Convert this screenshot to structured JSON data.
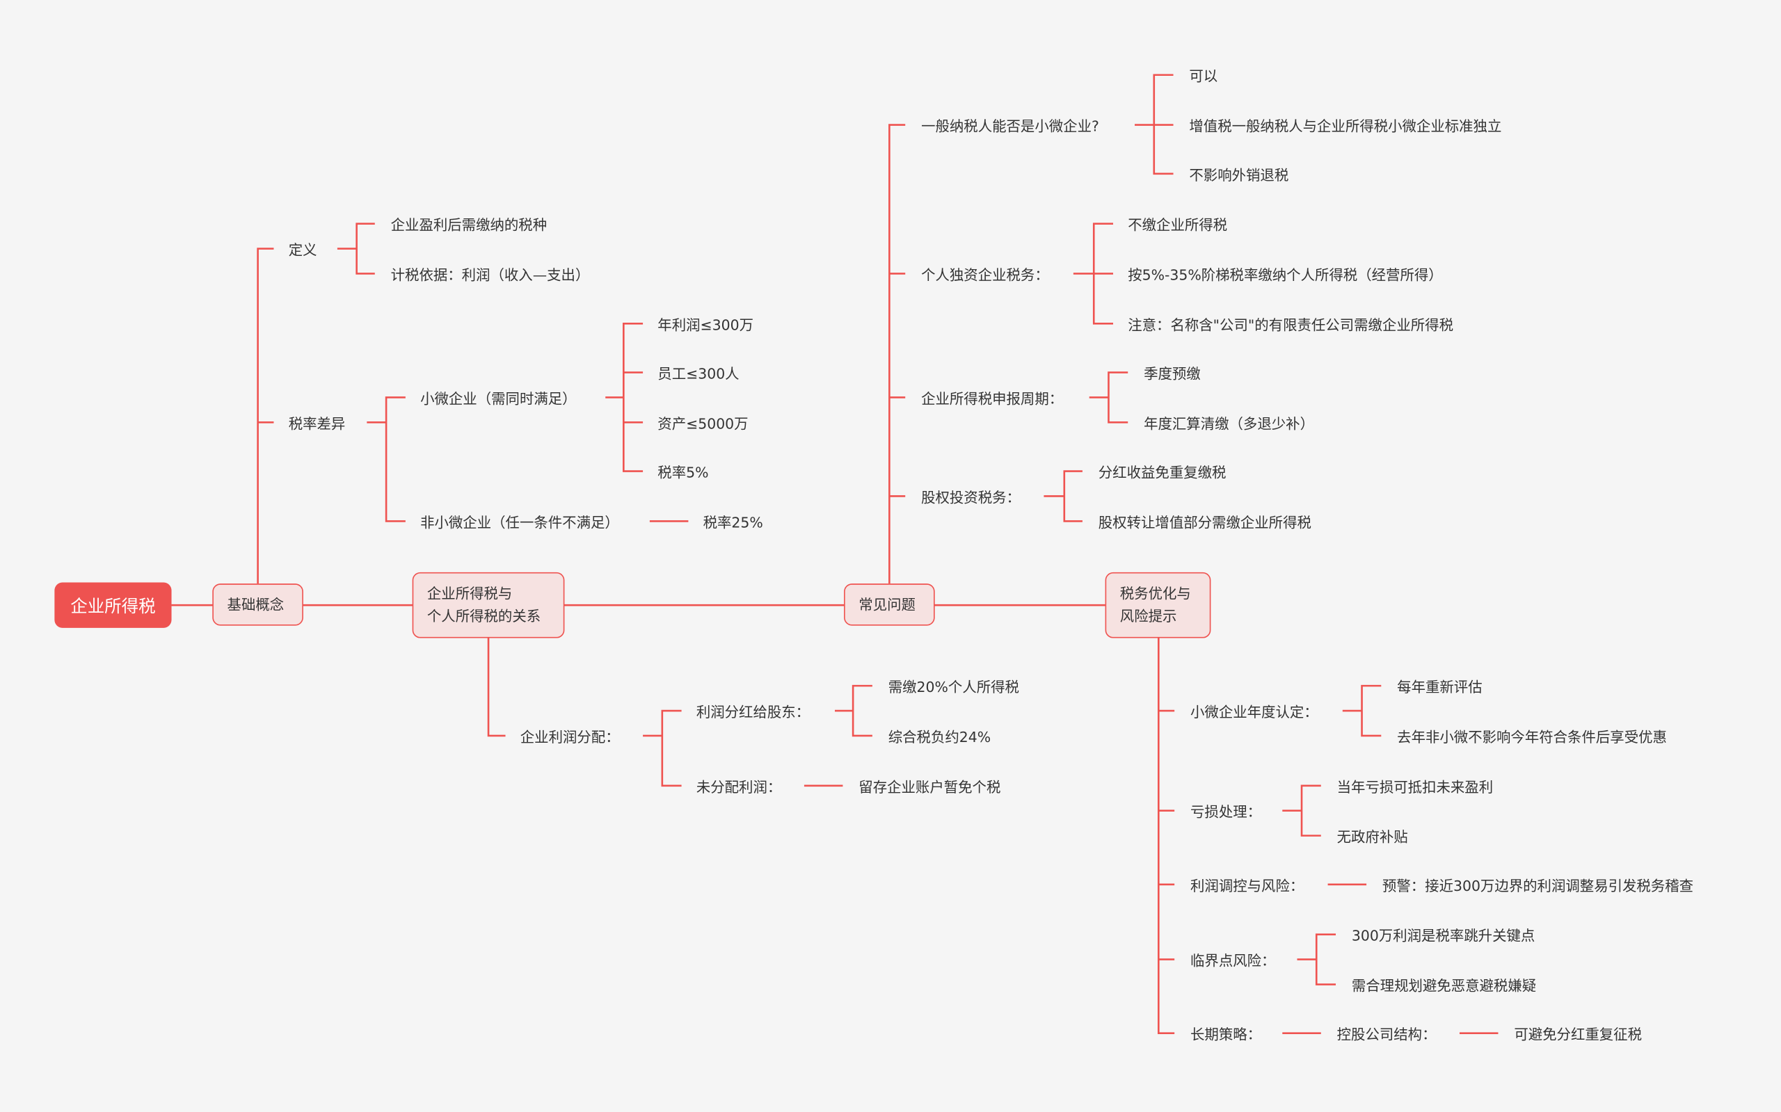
{
  "root": {
    "label": "企业所得税"
  },
  "basics": {
    "label": "基础概念",
    "definition": {
      "label": "定义",
      "items": [
        "企业盈利后需缴纳的税种",
        "计税依据：利润（收入—支出）"
      ]
    },
    "rates": {
      "label": "税率差异",
      "small": {
        "label": "小微企业（需同时满足）",
        "items": [
          "年利润≤300万",
          "员工≤300人",
          "资产≤5000万",
          "税率5%"
        ]
      },
      "non_small": {
        "label": "非小微企业（任一条件不满足）",
        "items": [
          "税率25%"
        ]
      }
    }
  },
  "relation": {
    "label_lines": [
      "企业所得税与",
      "个人所得税的关系"
    ],
    "distribution": {
      "label": "企业利润分配：",
      "dividend": {
        "label": "利润分红给股东：",
        "items": [
          "需缴20%个人所得税",
          "综合税负约24%"
        ]
      },
      "undistributed": {
        "label": "未分配利润：",
        "items": [
          "留存企业账户暂免个税"
        ]
      }
    }
  },
  "faq": {
    "label": "常见问题",
    "general": {
      "label": "一般纳税人能否是小微企业?",
      "items": [
        "可以",
        "增值税一般纳税人与企业所得税小微企业标准独立",
        "不影响外销退税"
      ]
    },
    "sole": {
      "label": "个人独资企业税务：",
      "items": [
        "不缴企业所得税",
        "按5%-35%阶梯税率缴纳个人所得税（经营所得）",
        "注意：名称含\"公司\"的有限责任公司需缴企业所得税"
      ]
    },
    "period": {
      "label": "企业所得税申报周期：",
      "items": [
        "季度预缴",
        "年度汇算清缴（多退少补）"
      ]
    },
    "equity": {
      "label": "股权投资税务：",
      "items": [
        "分红收益免重复缴税",
        "股权转让增值部分需缴企业所得税"
      ]
    }
  },
  "optimize": {
    "label_lines": [
      "税务优化与",
      "风险提示"
    ],
    "annual": {
      "label": "小微企业年度认定：",
      "items": [
        "每年重新评估",
        "去年非小微不影响今年符合条件后享受优惠"
      ]
    },
    "loss": {
      "label": "亏损处理：",
      "items": [
        "当年亏损可抵扣未来盈利",
        "无政府补贴"
      ]
    },
    "profit": {
      "label": "利润调控与风险：",
      "items": [
        "预警：接近300万边界的利润调整易引发税务稽查"
      ]
    },
    "critical": {
      "label": "临界点风险：",
      "items": [
        "300万利润是税率跳升关键点",
        "需合理规划避免恶意避税嫌疑"
      ]
    },
    "longterm": {
      "label": "长期策略：",
      "child": {
        "label": "控股公司结构：",
        "items": [
          "可避免分红重复征税"
        ]
      }
    }
  },
  "colors": {
    "line": "#ef5350",
    "root": "#ee5250",
    "box_fill": "#f6e2e1",
    "background": "#f5f5f5"
  }
}
